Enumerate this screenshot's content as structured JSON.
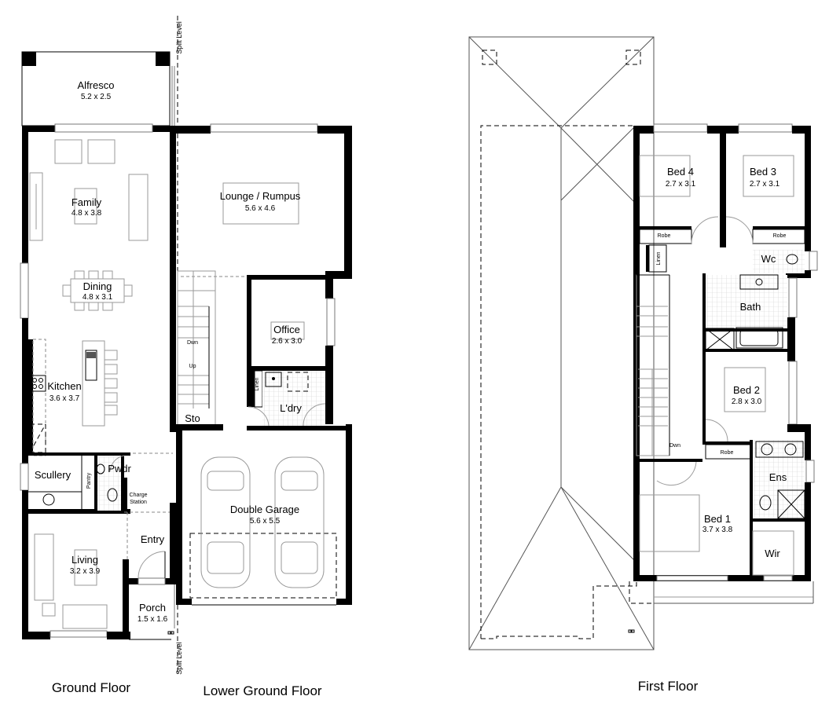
{
  "floors": {
    "ground": {
      "title": "Ground Floor"
    },
    "lower_ground": {
      "title": "Lower Ground Floor"
    },
    "first": {
      "title": "First Floor"
    }
  },
  "markers": {
    "split_level": "Split Level"
  },
  "rooms": {
    "alfresco": {
      "name": "Alfresco",
      "dim": "5.2 x 2.5"
    },
    "family": {
      "name": "Family",
      "dim": "4.8 x 3.8"
    },
    "dining": {
      "name": "Dining",
      "dim": "4.8 x 3.1"
    },
    "kitchen": {
      "name": "Kitchen",
      "dim": "3.6 x 3.7"
    },
    "scullery": {
      "name": "Scullery"
    },
    "pantry": {
      "name": "Pantry"
    },
    "pwdr": {
      "name": "Pwdr"
    },
    "charge_station": {
      "name_line1": "Charge",
      "name_line2": "Station"
    },
    "living": {
      "name": "Living",
      "dim": "3.2 x 3.9"
    },
    "entry": {
      "name": "Entry"
    },
    "porch": {
      "name": "Porch",
      "dim": "1.5 x 1.6"
    },
    "lounge": {
      "name": "Lounge / Rumpus",
      "dim": "5.6 x 4.6"
    },
    "office": {
      "name": "Office",
      "dim": "2.6 x 3.0"
    },
    "laundry": {
      "name": "L'dry"
    },
    "linen_lg": {
      "name": "Linen"
    },
    "sto": {
      "name": "Sto"
    },
    "stairs_dwn": {
      "name": "Dwn"
    },
    "stairs_up": {
      "name": "Up"
    },
    "garage": {
      "name": "Double Garage",
      "dim": "5.6 x 5.5"
    },
    "bed4": {
      "name": "Bed 4",
      "dim": "2.7 x 3.1"
    },
    "bed3": {
      "name": "Bed 3",
      "dim": "2.7 x 3.1"
    },
    "robe4": {
      "name": "Robe"
    },
    "robe3": {
      "name": "Robe"
    },
    "linen_ff": {
      "name": "Linen"
    },
    "wc": {
      "name": "Wc"
    },
    "bath": {
      "name": "Bath"
    },
    "bed2": {
      "name": "Bed 2",
      "dim": "2.8 x 3.0"
    },
    "robe2": {
      "name": "Robe"
    },
    "ens": {
      "name": "Ens"
    },
    "bed1": {
      "name": "Bed 1",
      "dim": "3.7 x 3.8"
    },
    "wir": {
      "name": "Wir"
    },
    "stairs_ff_dwn": {
      "name": "Dwn"
    }
  }
}
